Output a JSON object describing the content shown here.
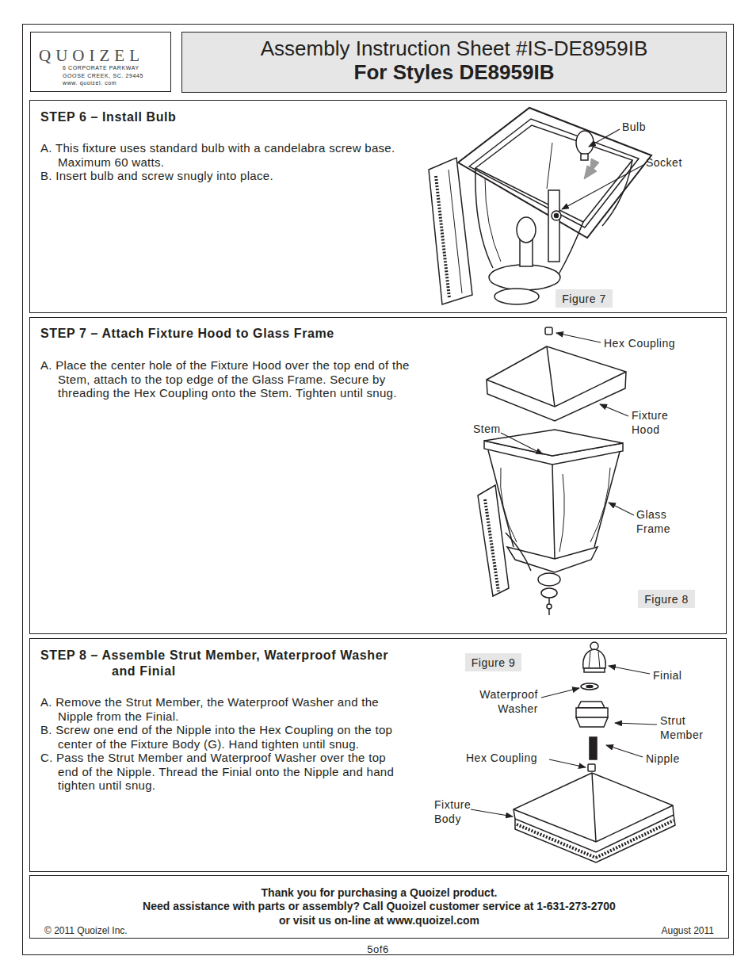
{
  "diagram": {
    "nodes": [
      {
        "text": [
          "QUOIZEL",
          "6 CORPORATE PARKWAY",
          "GOOSE CREEK, SC. 29445",
          "www. quoizel. com"
        ]
      },
      {
        "text": [
          "Assembly Instruction Sheet #IS-DE8959IB",
          "For Styles DE8959IB"
        ]
      },
      {
        "text": [
          "STEP 6 – Install Bulb",
          "A. This fixture uses standard bulb with a candelabra screw base. Maximum 60 watts.",
          "B. Insert bulb and screw snugly into place."
        ]
      },
      {
        "text": [
          "Figure 7"
        ],
        "in": 2
      },
      {
        "text": [
          "STEP 7 – Attach Fixture Hood to Glass Frame",
          "A. Place the center hole of the Fixture Hood over the top end of the Stem, attach to the top edge of the Glass Frame. Secure by threading the Hex Coupling onto the Stem. Tighten until snug."
        ]
      },
      {
        "text": [
          "Figure 8"
        ],
        "in": 4
      },
      {
        "text": [
          "STEP 8 – Assemble Strut Member, Waterproof Washer and Finial",
          "A. Remove the Strut Member, the Waterproof Washer and the Nipple from the Finial.",
          "B. Screw one end of the Nipple into the Hex Coupling on the top center of the Fixture Body (G). Hand tighten until snug.",
          "C. Pass the Strut Member and Waterproof Washer over the top end of the Nipple. Thread the Finial onto the Nipple and hand tighten until snug."
        ]
      },
      {
        "text": [
          "Figure 9"
        ],
        "in": 6
      },
      {
        "text": [
          "Thank you for purchasing a Quoizel product.",
          "Need assistance with parts or assembly? Call Quoizel customer service at 1-631-273-2700",
          "or visit us on-line at www.quoizel.com",
          "© 2011 Quoizel Inc.",
          "August 2011"
        ]
      }
    ],
    "labels": [
      "Bulb",
      "Socket",
      "Hex Coupling",
      "Fixture Hood",
      "Stem",
      "Glass Frame",
      "Waterproof Washer",
      "Finial",
      "Strut Member",
      "Hex Coupling",
      "Nipple",
      "Fixture Body",
      "5of6"
    ]
  }
}
